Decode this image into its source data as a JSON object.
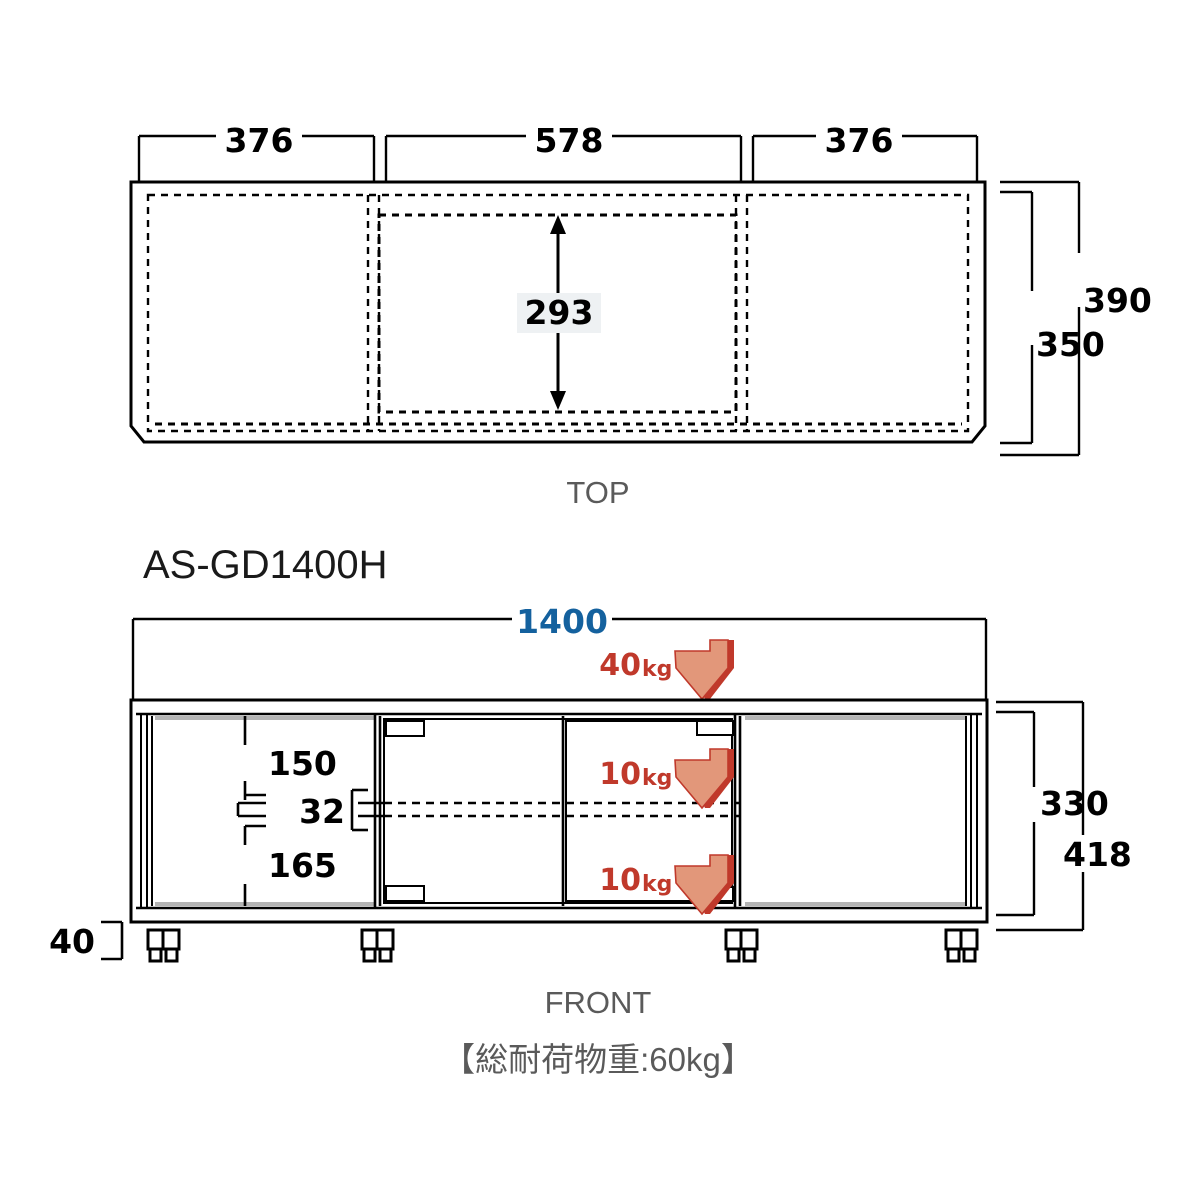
{
  "model": {
    "label": "AS-GD1400H"
  },
  "views": {
    "top": {
      "label": "TOP",
      "dimensions": {
        "section_left": "376",
        "section_center": "578",
        "section_right": "376",
        "inner_depth": "293",
        "outer_depth": "390",
        "body_depth": "350"
      }
    },
    "front": {
      "label": "FRONT",
      "dimensions": {
        "total_width": "1400",
        "upper_shelf": "150",
        "shelf_thickness": "32",
        "lower_shelf": "165",
        "inner_height": "330",
        "body_height": "418",
        "caster_height": "40"
      },
      "loads": [
        {
          "id": "top-surface",
          "value": "40",
          "unit": "kg"
        },
        {
          "id": "upper-shelf",
          "value": "10",
          "unit": "kg"
        },
        {
          "id": "lower-shelf",
          "value": "10",
          "unit": "kg"
        }
      ]
    }
  },
  "footnote": {
    "text": "【総耐荷物重:60kg】"
  },
  "colors": {
    "line": "#000000",
    "dimension_blue": "#14619e",
    "load_red": "#c0392b",
    "arrow_fill": "#e2977a",
    "arrow_shadow": "#c0392b",
    "view_label_gray": "#5a5a5a",
    "panel_gray": "#b4b4b4"
  }
}
